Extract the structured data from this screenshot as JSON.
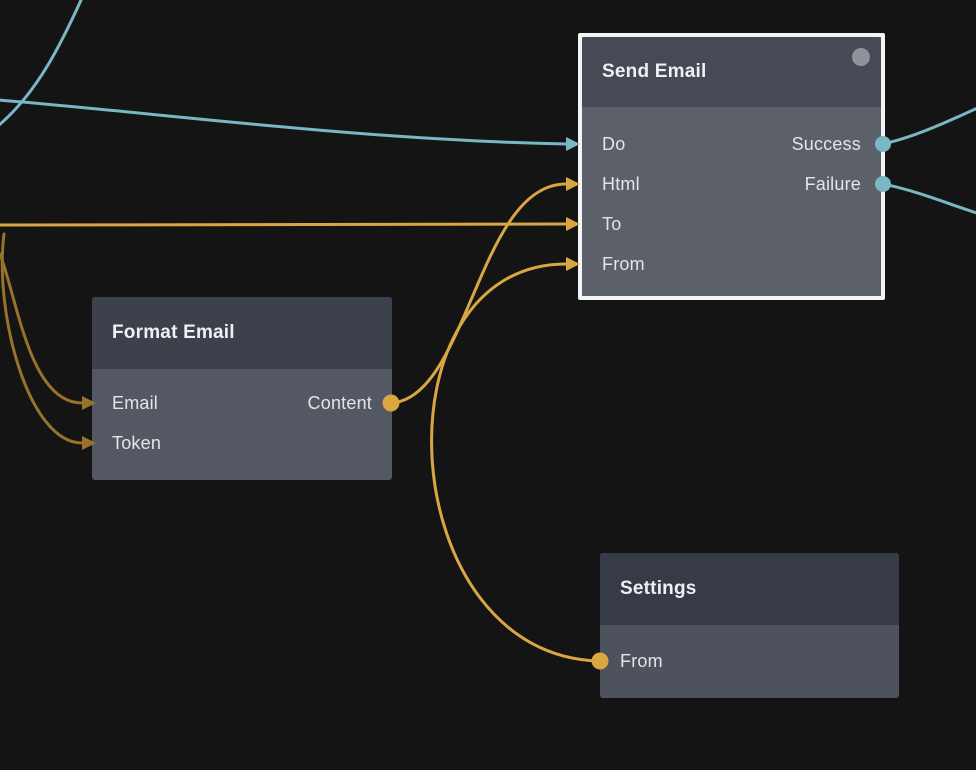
{
  "colors": {
    "teal": "#7ab7c4",
    "gold": "#d9a742",
    "dim_gold": "#96722b",
    "selected_border": "#f3f4f5",
    "status_dot": "#8e939b"
  },
  "nodes": [
    {
      "title": "Send Email",
      "selected": true,
      "has_status_dot": true,
      "inputs": [
        {
          "label": "Do",
          "port_color": "teal"
        },
        {
          "label": "Html",
          "port_color": "gold"
        },
        {
          "label": "To",
          "port_color": "gold"
        },
        {
          "label": "From",
          "port_color": "gold"
        }
      ],
      "outputs": [
        {
          "label": "Success",
          "port_color": "teal"
        },
        {
          "label": "Failure",
          "port_color": "teal"
        }
      ]
    },
    {
      "title": "Format Email",
      "selected": false,
      "inputs": [
        {
          "label": "Email",
          "port_color": "dim_gold"
        },
        {
          "label": "Token",
          "port_color": "dim_gold"
        }
      ],
      "outputs": [
        {
          "label": "Content",
          "port_color": "gold"
        }
      ]
    },
    {
      "title": "Settings",
      "selected": false,
      "inputs": [],
      "outputs": [
        {
          "label": "From",
          "port_color": "gold"
        }
      ]
    }
  ],
  "connections": [
    {
      "from": "off-canvas-left",
      "to": "Send Email.Do",
      "color": "teal"
    },
    {
      "from": "off-canvas-top-left",
      "to": "off-canvas-left",
      "color": "teal"
    },
    {
      "from": "off-canvas-left",
      "to": "Send Email.To",
      "color": "gold"
    },
    {
      "from": "off-canvas-top-left",
      "to": "Format Email.Email",
      "color": "dim_gold"
    },
    {
      "from": "off-canvas-top-left",
      "to": "Format Email.Token",
      "color": "dim_gold"
    },
    {
      "from": "Format Email.Content",
      "to": "Send Email.Html",
      "color": "gold"
    },
    {
      "from": "Settings.From",
      "to": "Send Email.From",
      "color": "gold"
    },
    {
      "from": "Send Email.Success",
      "to": "off-canvas-right",
      "color": "teal"
    },
    {
      "from": "Send Email.Failure",
      "to": "off-canvas-right",
      "color": "teal"
    }
  ]
}
